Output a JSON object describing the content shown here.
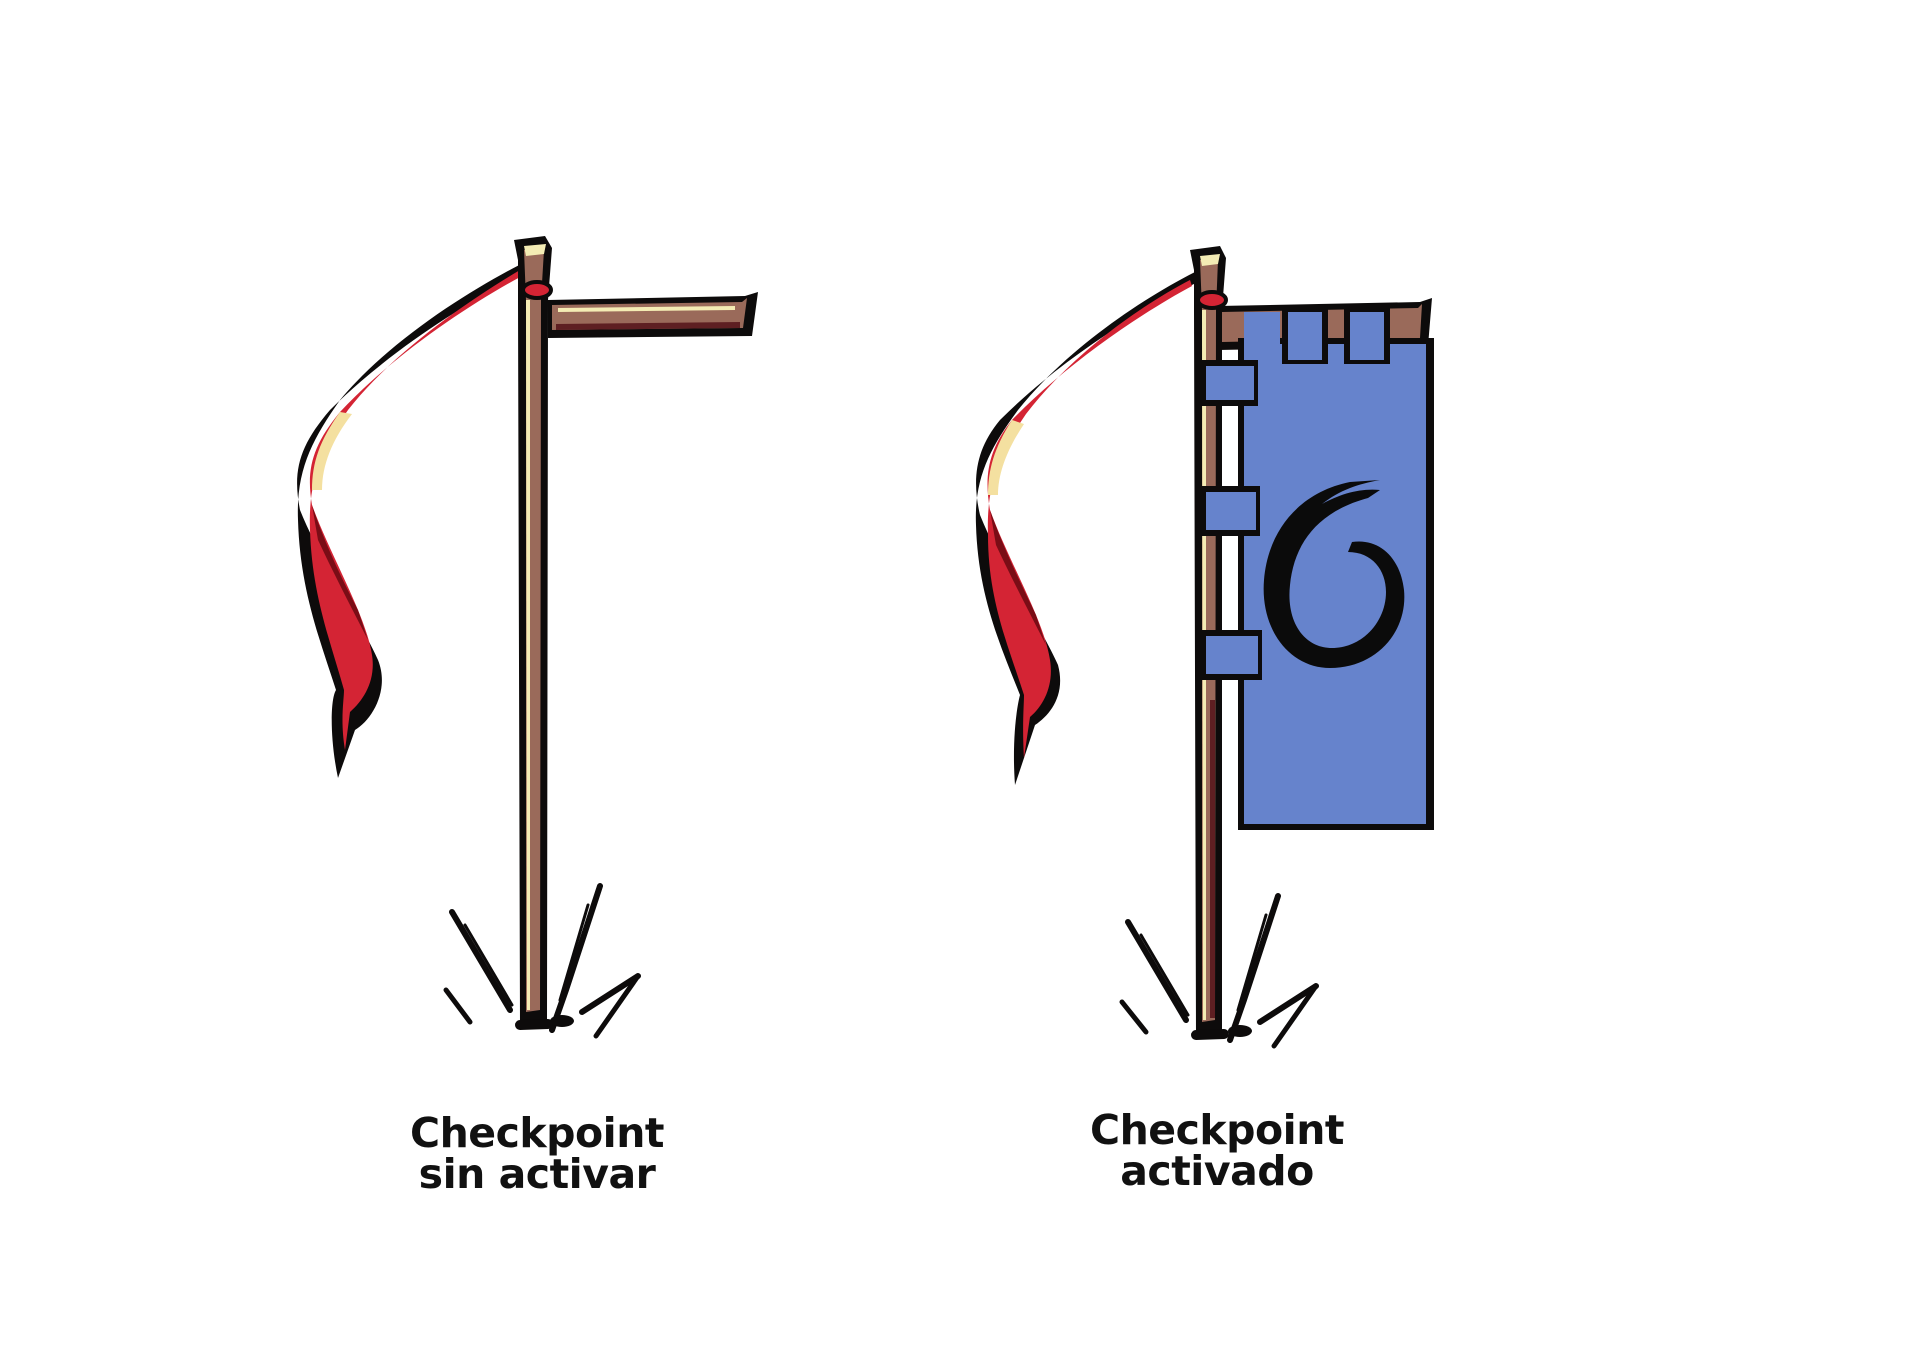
{
  "sheet": {
    "background": "#ffffff"
  },
  "checkpoints": [
    {
      "id": "inactive",
      "caption_line1": "Checkpoint",
      "caption_line2": "sin activar",
      "state": "inactive",
      "icons": [
        "wooden-pole",
        "red-ribbon",
        "empty-crossbar",
        "grass-tuft"
      ]
    },
    {
      "id": "active",
      "caption_line1": "Checkpoint",
      "caption_line2": "activado",
      "state": "active",
      "icons": [
        "wooden-pole",
        "red-ribbon",
        "blue-banner",
        "swirl-emblem",
        "grass-tuft"
      ]
    }
  ],
  "colors": {
    "outline": "#0d0b0b",
    "wood": "#9a6a5a",
    "wood_shadow": "#5e1f22",
    "wood_highlight": "#f4ecb4",
    "ribbon": "#d42434",
    "ribbon_shadow": "#7a0d16",
    "ribbon_highlight": "#f4e0a0",
    "banner": "#6683cc",
    "emblem": "#0b0b0b",
    "caption": "#111111"
  }
}
